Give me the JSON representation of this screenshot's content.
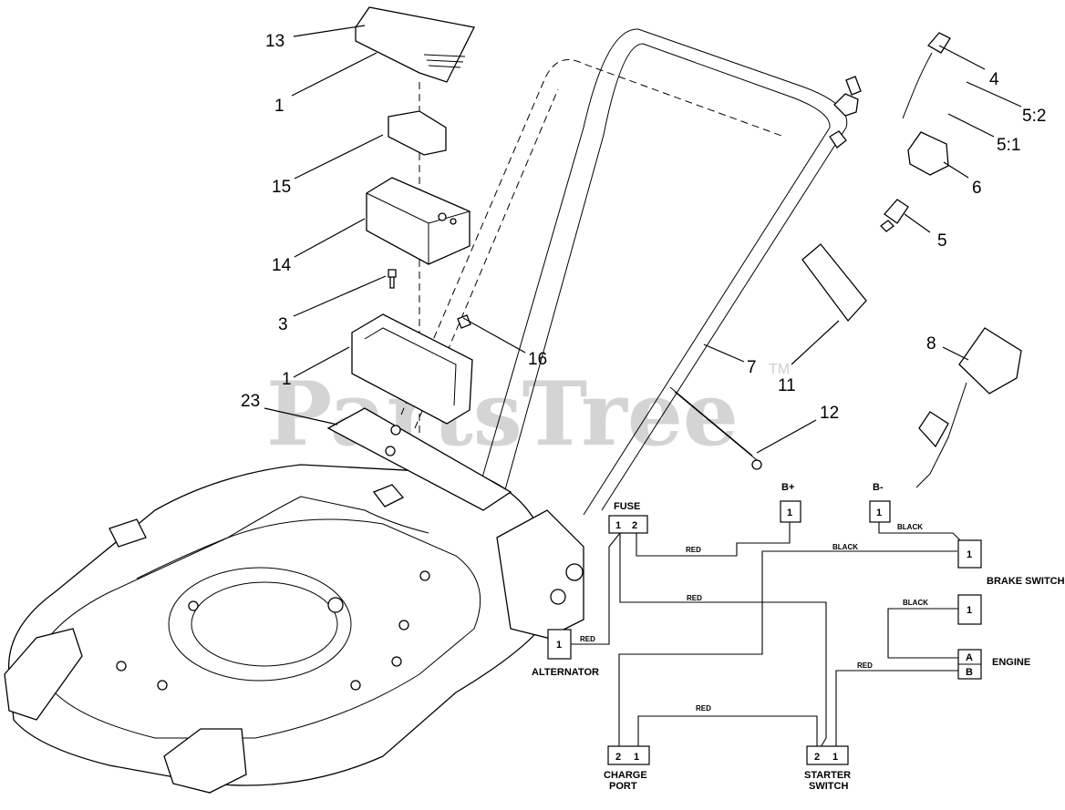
{
  "watermark": {
    "text": "PartsTree",
    "trademark": "TM"
  },
  "callouts": {
    "c13": "13",
    "c1_top": "1",
    "c15": "15",
    "c14": "14",
    "c3": "3",
    "c1_mid": "1",
    "c16": "16",
    "c23": "23",
    "c4": "4",
    "c5_2": "5:2",
    "c5_1": "5:1",
    "c6": "6",
    "c5": "5",
    "c7": "7",
    "c11": "11",
    "c8": "8",
    "c12": "12"
  },
  "schematic": {
    "fuse": {
      "label": "FUSE",
      "pin1": "1",
      "pin2": "2"
    },
    "b_plus": {
      "label": "B+",
      "pin": "1"
    },
    "b_minus": {
      "label": "B-",
      "pin": "1"
    },
    "brake_switch": {
      "label": "BRAKE SWITCH",
      "pin": "1"
    },
    "alternator": {
      "label": "ALTERNATOR",
      "pin": "1"
    },
    "engine": {
      "label": "ENGINE",
      "pin_top": "1",
      "pin_a": "A",
      "pin_b": "B"
    },
    "charge_port": {
      "label_line1": "CHARGE",
      "label_line2": "PORT",
      "pin2": "2",
      "pin1": "1"
    },
    "starter_switch": {
      "label_line1": "STARTER",
      "label_line2": "SWITCH",
      "pin2": "2",
      "pin1": "1"
    },
    "wires": {
      "fuse_bplus": "RED",
      "bminus_brake": "BLACK",
      "brake_chargeport": "BLACK",
      "fuse_starter": "RED",
      "alternator_fuse": "RED",
      "engine_loop": "BLACK",
      "engine_starter": "RED",
      "chargeport_starter": "RED"
    }
  }
}
